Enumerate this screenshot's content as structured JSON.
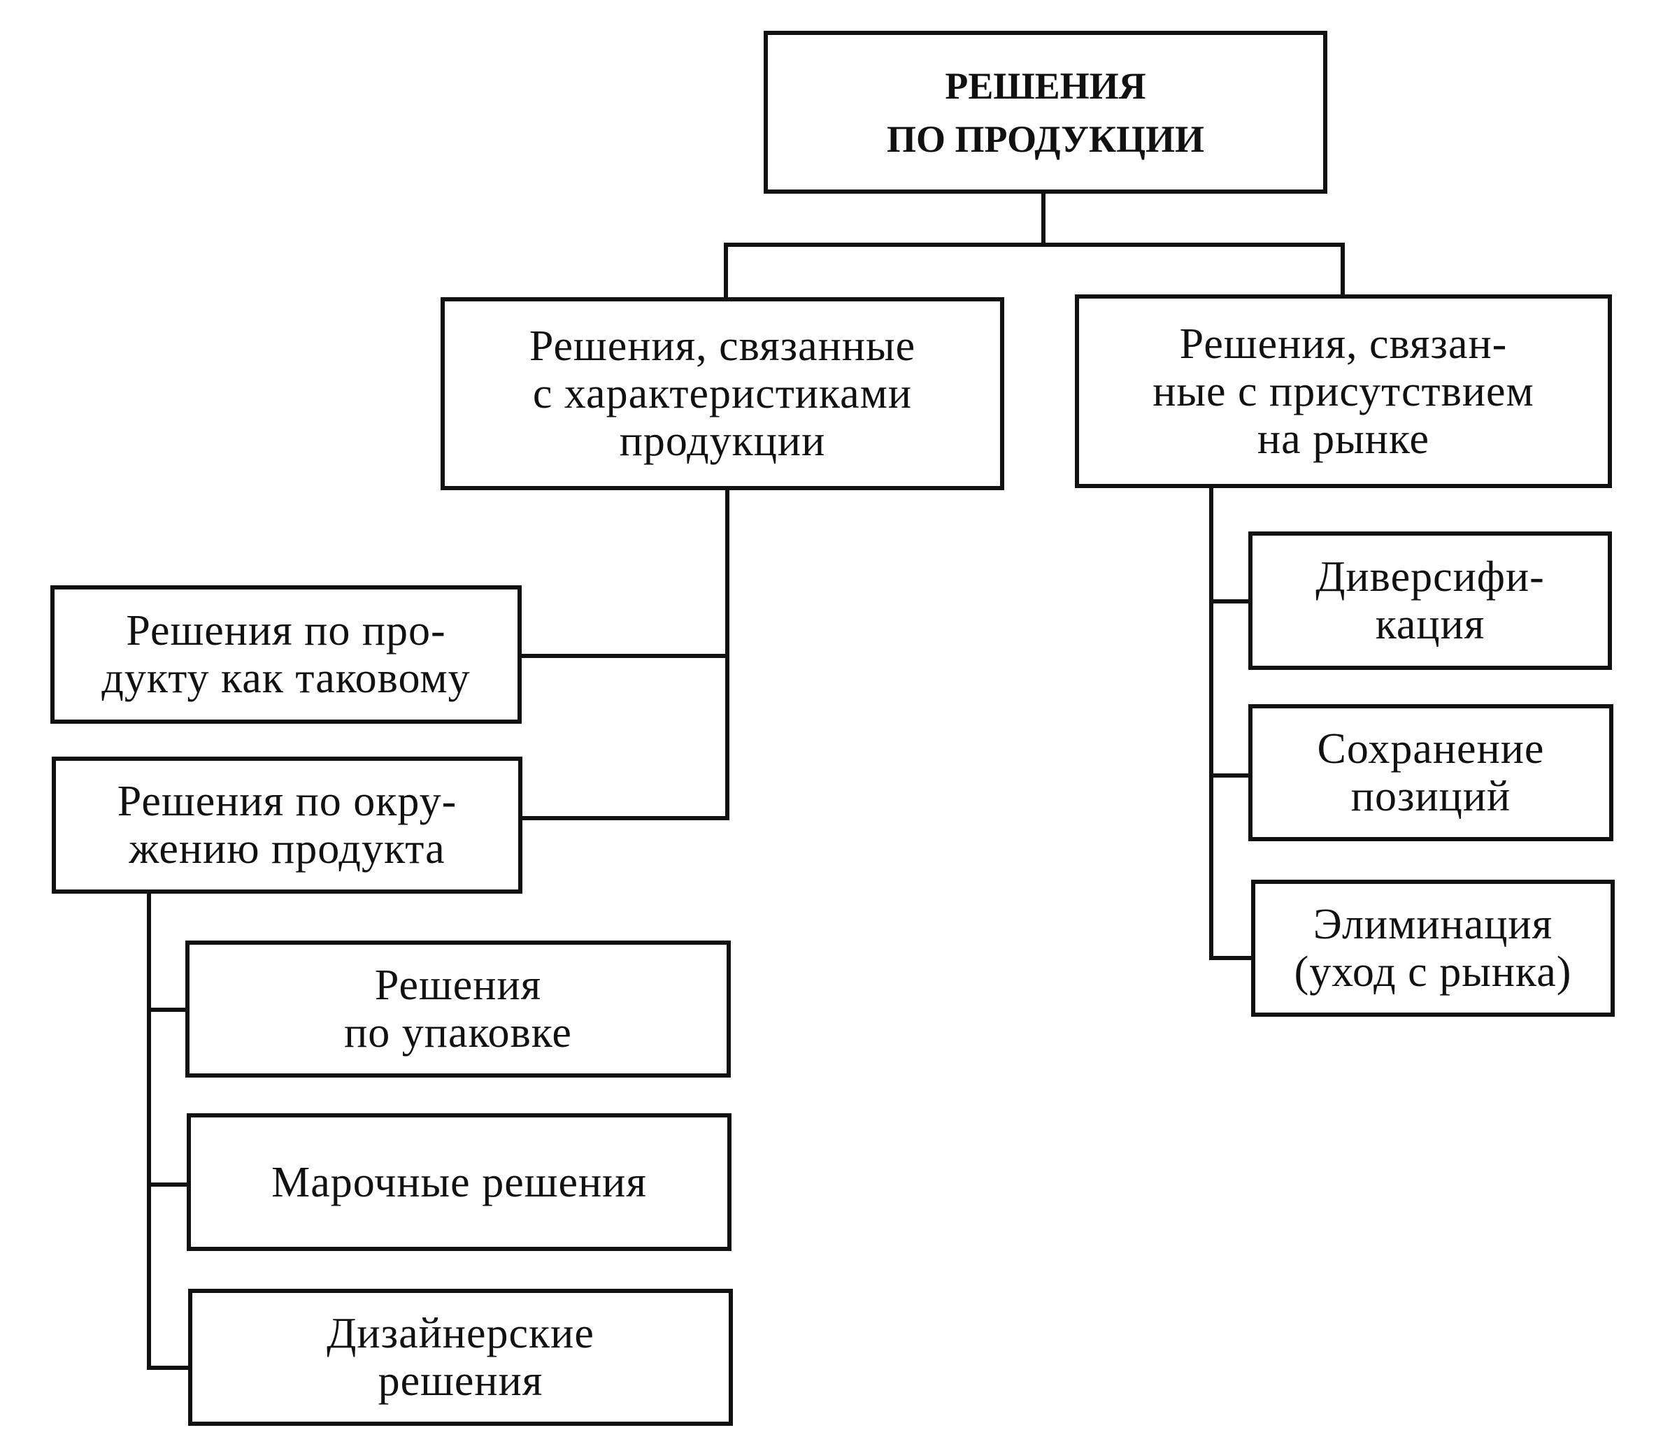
{
  "diagram": {
    "root": {
      "label": "РЕШЕНИЯ\nПО ПРОДУКЦИИ"
    },
    "characteristics": {
      "label": "Решения, связанные\nс характеристиками\nпродукции"
    },
    "market": {
      "label": "Решения, связан-\nные с присутствием\nна рынке"
    },
    "product_itself": {
      "label": "Решения по про-\nдукту как таковому"
    },
    "product_environment": {
      "label": "Решения по окру-\nжению продукта"
    },
    "packaging": {
      "label": "Решения\nпо упаковке"
    },
    "branding": {
      "label": "Марочные решения"
    },
    "design": {
      "label": "Дизайнерские\nрешения"
    },
    "diversification": {
      "label": "Диверсифи-\nкация"
    },
    "retention": {
      "label": "Сохранение\nпозиций"
    },
    "elimination": {
      "label": "Элиминация\n(уход с рынка)"
    }
  }
}
